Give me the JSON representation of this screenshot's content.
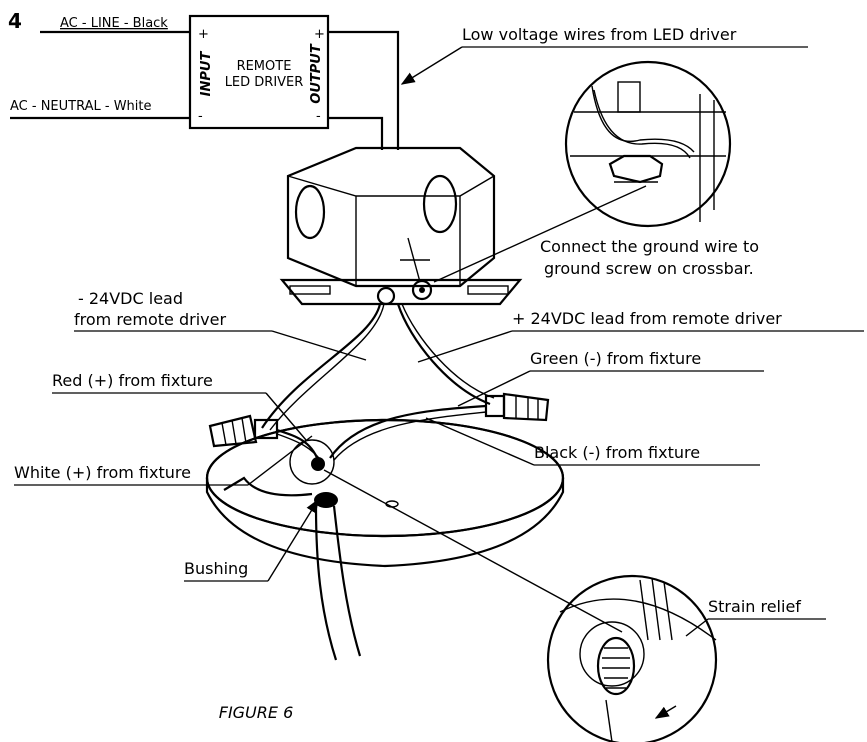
{
  "step_number": "4",
  "driver_box": {
    "line_label": "AC - LINE - Black",
    "neutral_label": "AC - NEUTRAL - White",
    "input_label": "INPUT",
    "output_label": "OUTPUT",
    "title_line1": "REMOTE",
    "title_line2": "LED DRIVER",
    "plus": "+",
    "minus": "-"
  },
  "callouts": {
    "low_voltage": "Low voltage wires from LED driver",
    "ground_line1": "Connect the ground wire to",
    "ground_line2": "ground screw on crossbar.",
    "neg_lead_line1": "- 24VDC lead",
    "neg_lead_line2": "from remote driver",
    "pos_lead": "+ 24VDC lead from remote driver",
    "green": "Green (-) from fixture",
    "red": "Red (+) from fixture",
    "black": "Black (-) from fixture",
    "white": "White (+) from fixture",
    "bushing": "Bushing",
    "strain_relief": "Strain relief"
  },
  "caption": "FIGURE 6"
}
